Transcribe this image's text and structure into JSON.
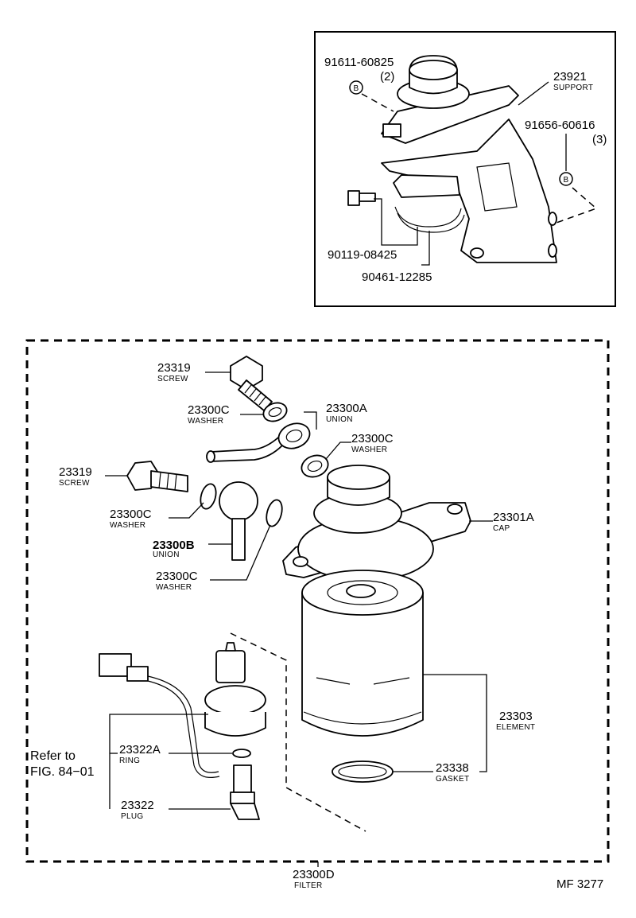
{
  "inset": {
    "labels": [
      {
        "id": "bolt-91611",
        "part_number": "91611-60825",
        "qty": "(2)"
      },
      {
        "id": "support",
        "part_number": "23921",
        "name": "SUPPORT"
      },
      {
        "id": "bolt-91656",
        "part_number": "91656-60616",
        "qty": "(3)"
      },
      {
        "id": "screw-90119",
        "part_number": "90119-08425"
      },
      {
        "id": "band-90461",
        "part_number": "90461-12285"
      }
    ],
    "marker_letter": "B"
  },
  "main": {
    "labels": [
      {
        "id": "screw-top",
        "part_number": "23319",
        "name": "SCREW"
      },
      {
        "id": "washer-top",
        "part_number": "23300C",
        "name": "WASHER"
      },
      {
        "id": "union-a",
        "part_number": "23300A",
        "name": "UNION"
      },
      {
        "id": "washer-right",
        "part_number": "23300C",
        "name": "WASHER"
      },
      {
        "id": "screw-left",
        "part_number": "23319",
        "name": "SCREW"
      },
      {
        "id": "washer-left",
        "part_number": "23300C",
        "name": "WASHER"
      },
      {
        "id": "union-b",
        "part_number": "23300B",
        "name": "UNION"
      },
      {
        "id": "washer-lower",
        "part_number": "23300C",
        "name": "WASHER"
      },
      {
        "id": "cap",
        "part_number": "23301A",
        "name": "CAP"
      },
      {
        "id": "element",
        "part_number": "23303",
        "name": "ELEMENT"
      },
      {
        "id": "gasket",
        "part_number": "23338",
        "name": "GASKET"
      },
      {
        "id": "ring",
        "part_number": "23322A",
        "name": "RING"
      },
      {
        "id": "plug",
        "part_number": "23322",
        "name": "PLUG"
      },
      {
        "id": "filter",
        "part_number": "23300D",
        "name": "FILTER"
      }
    ],
    "refer_line1": "Refer to",
    "refer_line2": "FIG. 84−01"
  },
  "figure_code": "MF 3277"
}
